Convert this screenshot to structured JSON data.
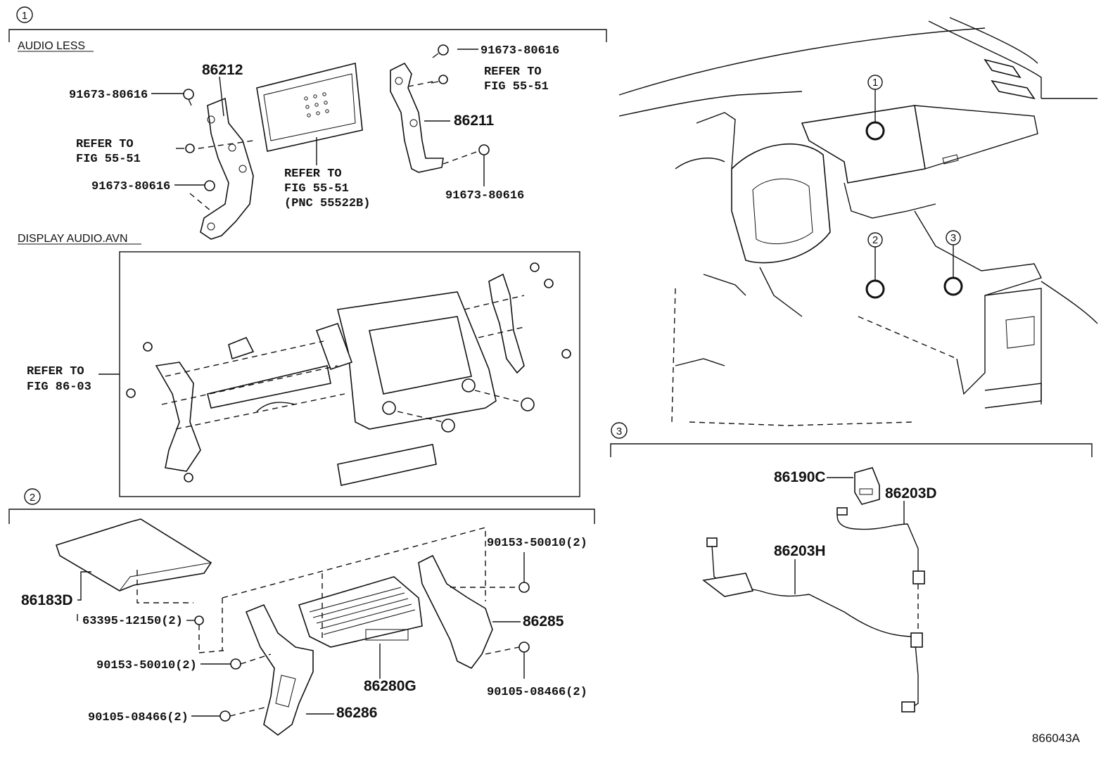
{
  "sections": {
    "s1": {
      "marker": "1",
      "audio_less": "AUDIO LESS",
      "display_audio": "DISPLAY AUDIO.AVN"
    },
    "s2": {
      "marker": "2"
    },
    "s3": {
      "marker": "3"
    }
  },
  "vehicle_markers": [
    "1",
    "2",
    "3"
  ],
  "labels": {
    "p86212": "86212",
    "p86211": "86211",
    "b1": "91673-80616",
    "b2": "91673-80616",
    "b3": "91673-80616",
    "b4": "91673-80616",
    "ref1a": "REFER TO",
    "ref1b": "FIG 55-51",
    "ref2a": "REFER TO",
    "ref2b": "FIG 55-51",
    "ref2c": "(PNC 55522B)",
    "ref3a": "REFER TO",
    "ref3b": "FIG 55-51",
    "ref4a": "REFER TO",
    "ref4b": "FIG 86-03",
    "p86183D": "86183D",
    "c63395": "63395-12150(2)",
    "s90153a": "90153-50010(2)",
    "s90153b": "90153-50010(2)",
    "s90105a": "90105-08466(2)",
    "s90105b": "90105-08466(2)",
    "p86285": "86285",
    "p86280G": "86280G",
    "p86286": "86286",
    "p86190C": "86190C",
    "p86203D": "86203D",
    "p86203H": "86203H"
  },
  "figure_id": "866043A"
}
